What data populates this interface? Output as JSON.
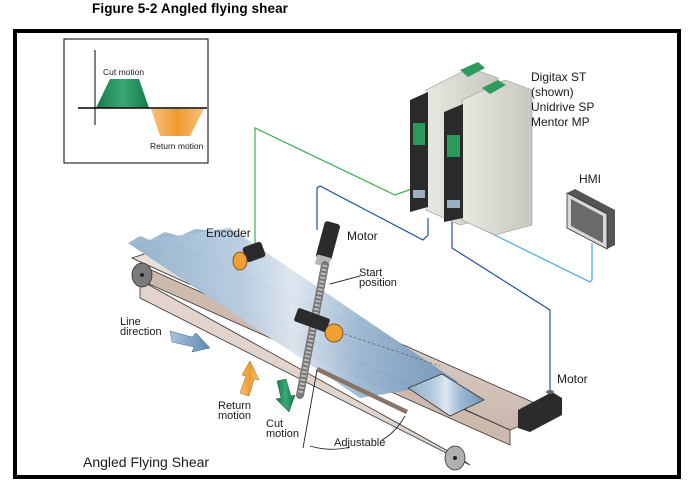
{
  "figure": {
    "title": "Figure 5-2  Angled flying shear",
    "caption": "Angled Flying Shear"
  },
  "motion_profile_inset": {
    "cut_label": "Cut motion",
    "return_label": "Return motion",
    "colors": {
      "cut": "#1f8a5c",
      "return": "#f0a040"
    }
  },
  "drives": {
    "label_lines": [
      "Digitax ST",
      "(shown)",
      "Unidrive SP",
      "Mentor MP"
    ]
  },
  "hmi": {
    "label": "HMI"
  },
  "labels": {
    "encoder": "Encoder",
    "shear_motor": "Motor",
    "start_position_lines": [
      "Start",
      "position"
    ],
    "line_direction_lines": [
      "Line",
      "direction"
    ],
    "return_motion_lines": [
      "Return",
      "motion"
    ],
    "cut_motion_lines": [
      "Cut",
      "motion"
    ],
    "adjustable": "Adjustable",
    "conveyor_motor": "Motor"
  },
  "cable_colors": {
    "encoder": "#3cb050",
    "motor": "#2050a0",
    "hmi": "#40a8e0"
  }
}
